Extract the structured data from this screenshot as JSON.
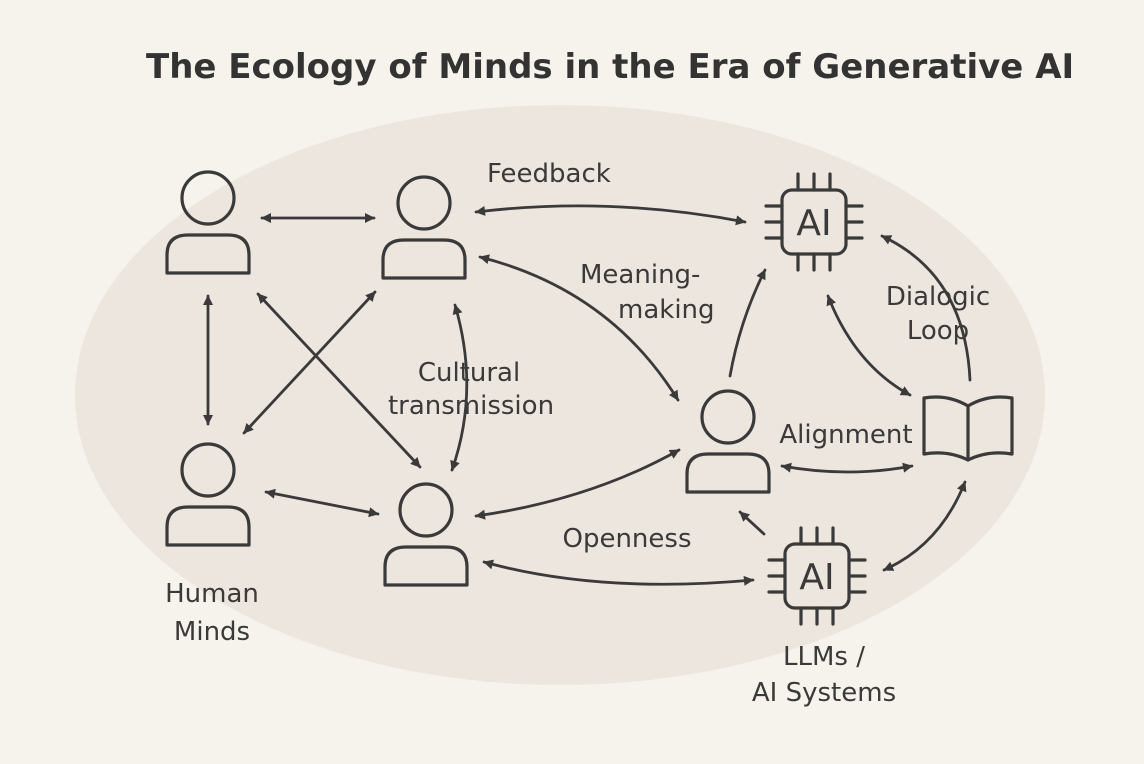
{
  "title": "The Ecology of Minds in the Era of Generative AI",
  "labels": {
    "feedback": "Feedback",
    "meaning_line1": "Meaning-",
    "meaning_line2": "making",
    "dialogic_line1": "Dialogic",
    "dialogic_line2": "Loop",
    "cultural_line1": "Cultural",
    "cultural_line2": "transmission",
    "alignment": "Alignment",
    "openness": "Openness",
    "human_line1": "Human",
    "human_line2": "Minds",
    "llm_line1": "LLMs /",
    "llm_line2": "AI Systems"
  },
  "ai_chip_text": "AI",
  "icons": [
    "person-icon",
    "ai-chip-icon",
    "open-book-icon"
  ],
  "colors": {
    "background": "#f6f2ec",
    "ellipse": "#ece6de",
    "ink": "#3a3a3a"
  }
}
